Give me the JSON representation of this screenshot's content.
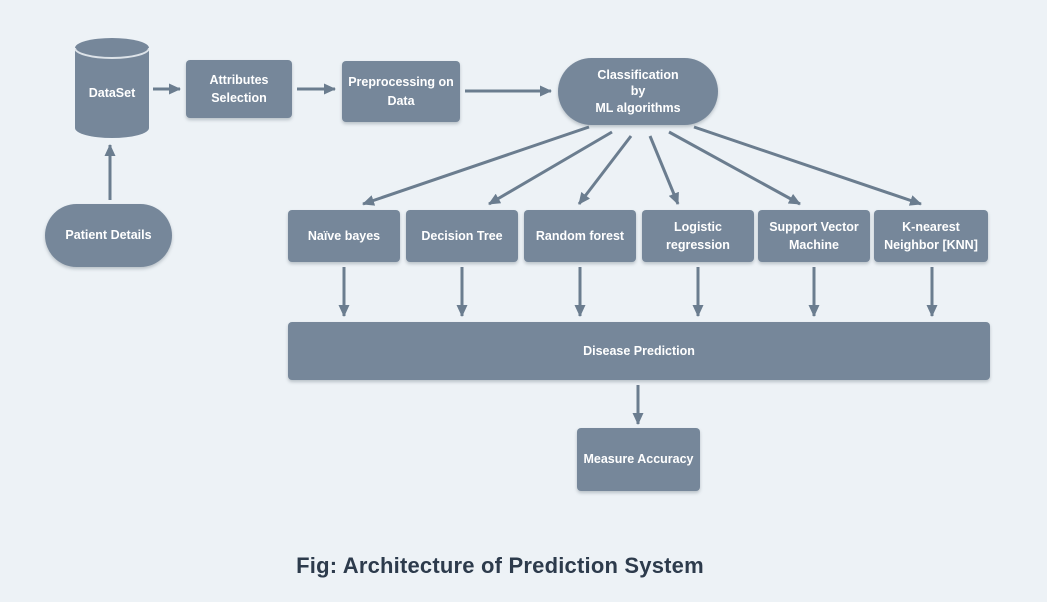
{
  "colors": {
    "background": "#edf2f6",
    "node_fill": "#76879A",
    "node_text": "#ffffff",
    "arrow": "#6b7d8f",
    "caption": "#2d3b4c",
    "cylinder_rim": "#dde3e9"
  },
  "diagram": {
    "caption": "Fig: Architecture of Prediction System",
    "nodes": {
      "dataset": {
        "label": "DataSet",
        "shape": "cylinder"
      },
      "patient_details": {
        "label": "Patient Details",
        "shape": "stadium"
      },
      "attributes_selection": {
        "label": "Attributes\nSelection",
        "shape": "rect"
      },
      "preprocessing": {
        "label": "Preprocessing on\nData",
        "shape": "rect"
      },
      "classification": {
        "label": "Classification\nby\nML algorithms",
        "shape": "stadium"
      },
      "disease_prediction": {
        "label": "Disease Prediction",
        "shape": "rect"
      },
      "measure_accuracy": {
        "label": "Measure Accuracy",
        "shape": "rect"
      }
    },
    "algorithms": [
      {
        "label": "Naïve bayes"
      },
      {
        "label": "Decision Tree"
      },
      {
        "label": "Random forest"
      },
      {
        "label": "Logistic\nregression"
      },
      {
        "label": "Support Vector\nMachine"
      },
      {
        "label": "K-nearest\nNeighbor [KNN]"
      }
    ]
  }
}
